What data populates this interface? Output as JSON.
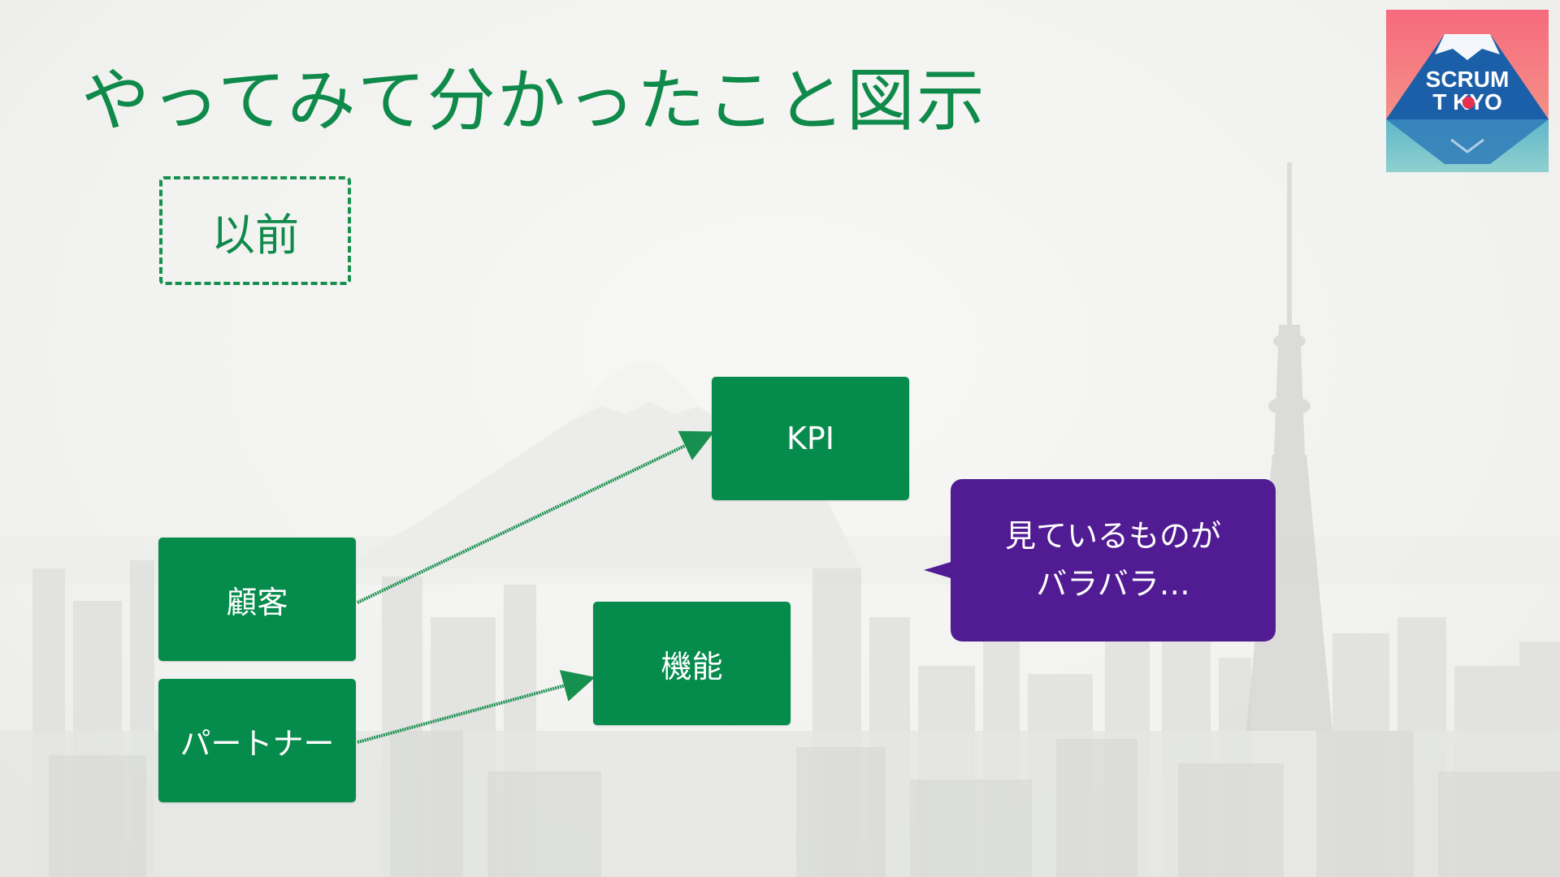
{
  "title": "やってみて分かったこと図示",
  "logo": {
    "line1": "SCRUM",
    "line2": "T   KYO",
    "colors": {
      "sky_top": "#f76a7d",
      "sky_bottom": "#9b80c8",
      "mountain": "#1b5fa8",
      "dot": "#e8304e"
    }
  },
  "before_label": "以前",
  "boxes": {
    "kpi": "KPI",
    "customer": "顧客",
    "partner": "パートナー",
    "feature": "機能"
  },
  "callout": {
    "line1": "見ているものが",
    "line2": "バラバラ…"
  },
  "colors": {
    "green": "#058b4c",
    "purple": "#511c93",
    "title_green": "#0f8a4a"
  }
}
